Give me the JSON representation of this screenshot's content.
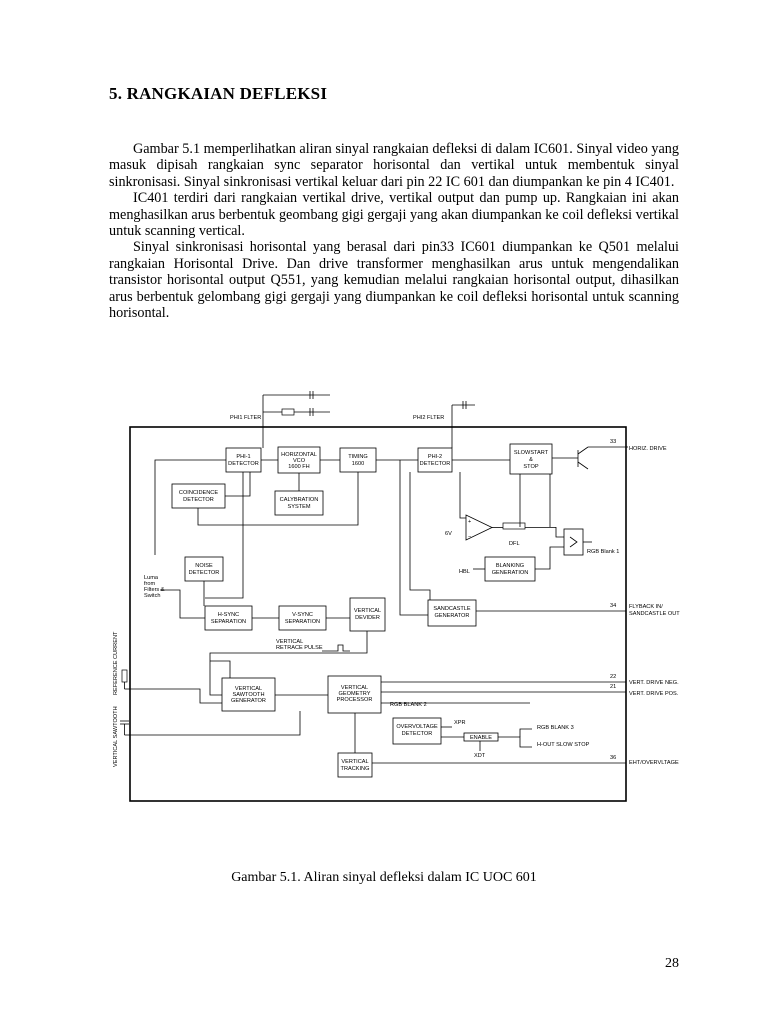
{
  "heading": "5. RANGKAIAN DEFLEKSI",
  "paragraphs": [
    "Gambar 5.1 memperlihatkan aliran sinyal rangkaian defleksi di dalam IC601. Sinyal video yang masuk dipisah rangkaian sync separator horisontal dan vertikal untuk membentuk sinyal sinkronisasi. Sinyal sinkronisasi vertikal keluar dari pin 22 IC 601 dan diumpankan ke pin 4 IC401.",
    "IC401 terdiri dari rangkaian vertikal drive, vertikal output dan pump up. Rangkaian ini akan menghasilkan arus berbentuk geombang gigi gergaji yang akan diumpankan ke coil defleksi vertikal untuk scanning vertical.",
    "Sinyal sinkronisasi horisontal yang berasal dari pin33 IC601 diumpankan ke Q501 melalui rangkaian Horisontal Drive. Dan drive transformer menghasilkan arus untuk mengendalikan transistor horisontal output Q551, yang kemudian melalui rangkaian horisontal output, dihasilkan arus berbentuk gelombang gigi gergaji yang diumpankan ke coil defleksi horisontal untuk scanning horisontal."
  ],
  "diagram": {
    "labels": {
      "phi1_filter": "PHI1 FLTER",
      "phi2_filter": "PHI2 FLTER",
      "luma": [
        "Luma",
        "from",
        "Filters &",
        "Switch"
      ],
      "vert_retrace": [
        "VERTICAL",
        "RETRACE PULSE"
      ],
      "six_v": "6V",
      "hbl": "HBL",
      "dfl": "DFL",
      "rgb_blank1": "RGB Blank 1",
      "rgb_blank2": "RGB BLANK 2",
      "rgb_blank3": "RGB BLANK 3",
      "hout_slow_stop": "H-OUT SLOW STOP",
      "xpr": "XPR",
      "xdt": "XDT",
      "reference_current": "REFERENCE CURRENT",
      "vertical_sawtooth": "VERTICAL SAWTOOTH"
    },
    "blocks": {
      "phi1": [
        "PHI-1",
        "DETECTOR"
      ],
      "hvco": [
        "HORIZONTAL",
        "VCO",
        "1600 FH"
      ],
      "timing": [
        "TIMING",
        "1600"
      ],
      "phi2": [
        "PHI-2",
        "DETECTOR"
      ],
      "slowstart": [
        "SLOWSTART",
        "&",
        "STOP"
      ],
      "coincidence": [
        "COINCIDENCE",
        "DETECTOR"
      ],
      "calibration": [
        "CALYBRATION",
        "SYSTEM"
      ],
      "noise": [
        "NOISE",
        "DETECTOR"
      ],
      "blanking": [
        "BLANKING",
        "GENERATION"
      ],
      "hsync": [
        "H-SYNC",
        "SEPARATION"
      ],
      "vsync": [
        "V-SYNC",
        "SEPARATION"
      ],
      "vdivider": [
        "VERTICAL",
        "DEVIDER"
      ],
      "sandcastle": [
        "SANDCASTLE",
        "GENERATOR"
      ],
      "vsaw": [
        "VERTICAL",
        "SAWTOOTH",
        "GENERATOR"
      ],
      "vgeom": [
        "VERTICAL",
        "GEOMETRY",
        "PROCESSOR"
      ],
      "overvoltage": [
        "OVERVOLTAGE",
        "DETECTOR"
      ],
      "enable": [
        "ENABLE"
      ],
      "vtracking": [
        "VERTICAL",
        "TRACKING"
      ]
    },
    "pins": {
      "p33": "33",
      "p34": "34",
      "p22": "22",
      "p21": "21",
      "p36": "36"
    },
    "outputs": {
      "horiz_drive": "HORIZ. DRIVE",
      "flyback": [
        "FLYBACK IN/",
        "SANDCASTLE OUT"
      ],
      "vdrive_neg": "VERT. DRIVE NEG.",
      "vdrive_pos": "VERT. DRIVE POS.",
      "eht": "EHT/OVERVLTAGE"
    }
  },
  "caption": "Gambar 5.1. Aliran sinyal defleksi dalam IC UOC 601",
  "page_number": "28"
}
